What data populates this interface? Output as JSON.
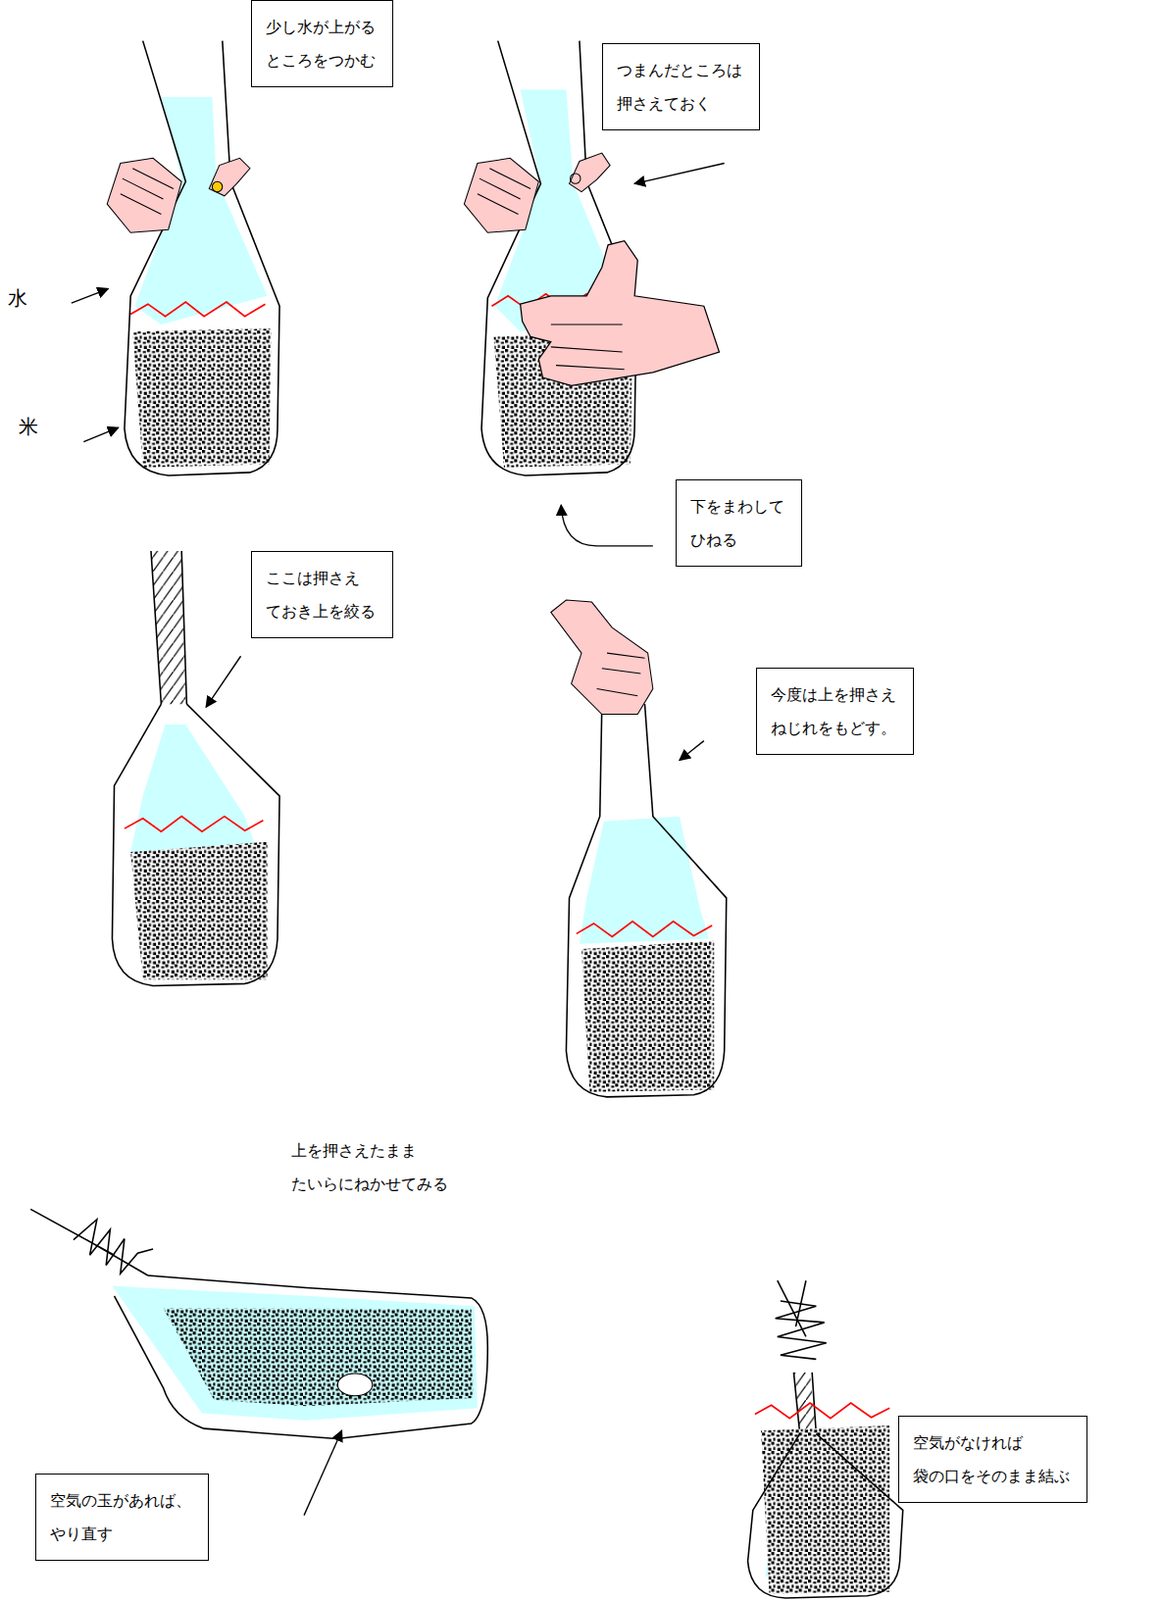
{
  "diagram": {
    "nodes": [
      {
        "text": [
          "少し水が上がる ところをつかむ"
        ]
      },
      {
        "text": [
          "つまんだところは 押さえておく"
        ]
      },
      {
        "text": [
          "下をまわして ひねる"
        ]
      },
      {
        "text": [
          "ここは押さえ ておき上を絞る"
        ]
      },
      {
        "text": [
          "今度は上を押さえ ねじれをもどす。"
        ]
      },
      {
        "text": [
          "空気がなければ 袋の口をそのまま結ぶ"
        ]
      },
      {
        "text": [
          "空気の玉があれば、 やり直す"
        ]
      }
    ],
    "labels": [
      "水",
      "米",
      "上を押さえたまま たいらにねかせてみる"
    ]
  }
}
